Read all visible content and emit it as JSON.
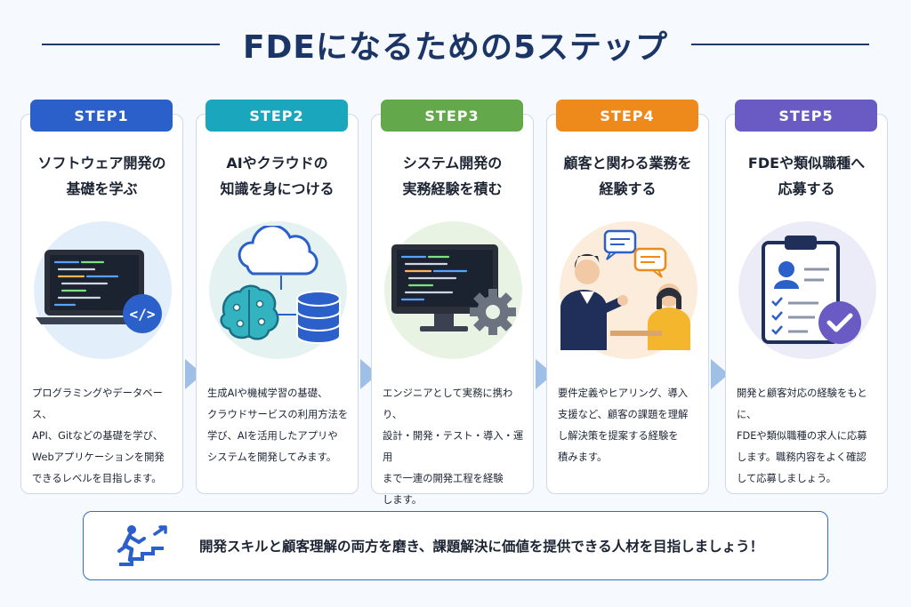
{
  "header": {
    "title": "FDEになるための5ステップ"
  },
  "colors": {
    "navy": "#1a3566",
    "step1": "#2b5fc9",
    "step2": "#1aa7be",
    "step3": "#63a84a",
    "step4": "#ee8a1c",
    "step5": "#6a5bc4",
    "arrow": "#9fbfe6",
    "banner_border": "#2f6bd1"
  },
  "steps": [
    {
      "label": "STEP1",
      "title": "ソフトウェア開発の\n基礎を学ぶ",
      "icon": "laptop-code-icon",
      "description": "プログラミングやデータベース、\nAPI、Gitなどの基礎を学び、\nWebアプリケーションを開発\nできるレベルを目指します。"
    },
    {
      "label": "STEP2",
      "title": "AIやクラウドの\n知識を身につける",
      "icon": "cloud-ai-database-icon",
      "description": "生成AIや機械学習の基礎、\nクラウドサービスの利用方法を\n学び、AIを活用したアプリや\nシステムを開発してみます。"
    },
    {
      "label": "STEP3",
      "title": "システム開発の\n実務経験を積む",
      "icon": "monitor-gear-icon",
      "description": "エンジニアとして実務に携わり、\n設計・開発・テスト・導入・運用\nまで一連の開発工程を経験\nします。"
    },
    {
      "label": "STEP4",
      "title": "顧客と関わる業務を\n経験する",
      "icon": "customer-meeting-icon",
      "description": "要件定義やヒアリング、導入\n支援など、顧客の課題を理解\nし解決策を提案する経験を\n積みます。"
    },
    {
      "label": "STEP5",
      "title": "FDEや類似職種へ\n応募する",
      "icon": "application-clipboard-icon",
      "description": "開発と顧客対応の経験をもとに、\nFDEや類似職種の求人に応募\nします。職務内容をよく確認\nして応募しましょう。"
    }
  ],
  "banner": {
    "icon": "stairs-climb-icon",
    "text": "開発スキルと顧客理解の両方を磨き、課題解決に価値を提供できる人材を目指しましょう！"
  }
}
